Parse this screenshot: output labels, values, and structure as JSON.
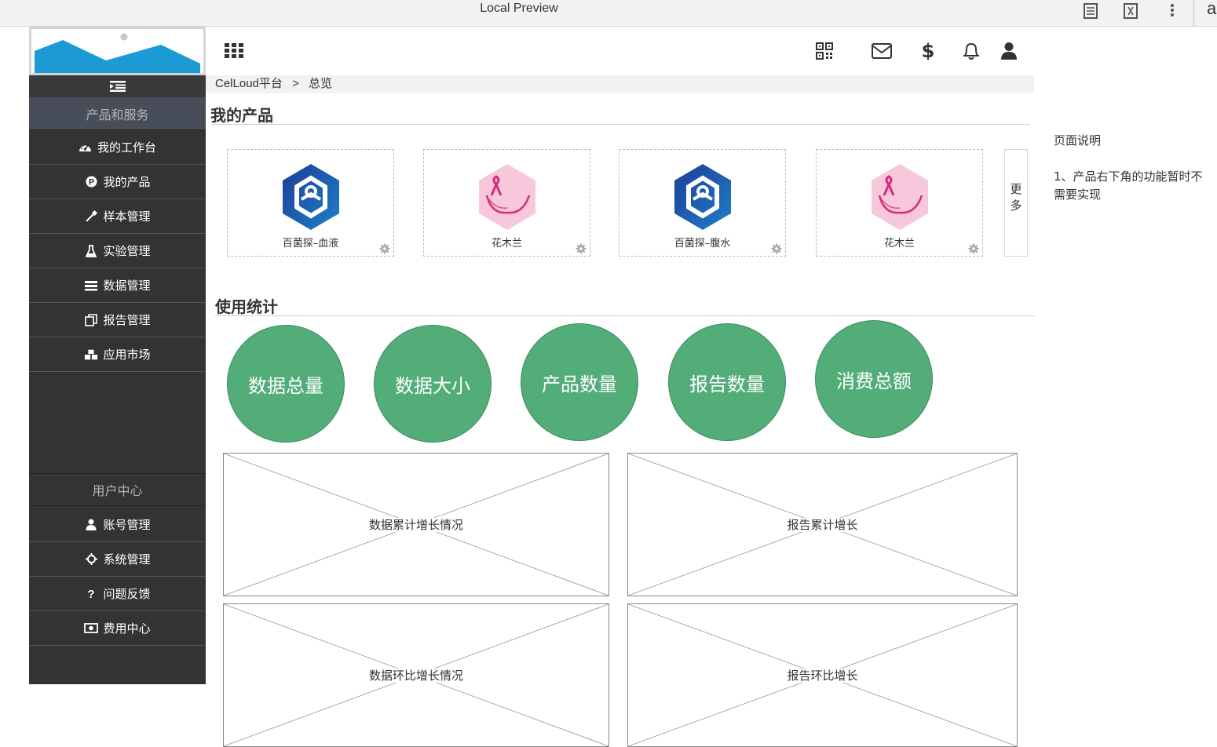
{
  "browser": {
    "title": "Local Preview",
    "overflow_letter": "a"
  },
  "breadcrumb": {
    "root": "CelLoud平台",
    "separator": ">",
    "current": "总览"
  },
  "sidebar": {
    "products_header": "产品和服务",
    "product_items": [
      {
        "label": "我的工作台",
        "icon": "dashboard-icon"
      },
      {
        "label": "我的产品",
        "icon": "product-p-icon"
      },
      {
        "label": "样本管理",
        "icon": "pipette-icon"
      },
      {
        "label": "实验管理",
        "icon": "flask-icon"
      },
      {
        "label": "数据管理",
        "icon": "list-icon"
      },
      {
        "label": "报告管理",
        "icon": "report-icon"
      },
      {
        "label": "应用市场",
        "icon": "cubes-icon"
      }
    ],
    "user_header": "用户中心",
    "user_items": [
      {
        "label": "账号管理",
        "icon": "user-icon"
      },
      {
        "label": "系统管理",
        "icon": "system-icon"
      },
      {
        "label": "问题反馈",
        "icon": "question-icon"
      },
      {
        "label": "费用中心",
        "icon": "money-icon"
      }
    ]
  },
  "my_products": {
    "title": "我的产品",
    "cards": [
      {
        "name": "百菌探–血液",
        "logo": "blue-hex"
      },
      {
        "name": "花木兰",
        "logo": "pink-hex"
      },
      {
        "name": "百菌探–腹水",
        "logo": "blue-hex"
      },
      {
        "name": "花木兰",
        "logo": "pink-hex"
      }
    ],
    "more_label": "更多"
  },
  "usage_stats": {
    "title": "使用统计",
    "circles": [
      "数据总量",
      "数据大小",
      "产品数量",
      "报告数量",
      "消费总额"
    ],
    "placeholders": [
      "数据累计增长情况",
      "报告累计增长",
      "数据环比增长情况",
      "报告环比增长"
    ]
  },
  "notes": {
    "title": "页面说明",
    "line1": "1、产品右下角的功能暂时不需要实现"
  },
  "colors": {
    "sidebar": "#333333",
    "stat_circle": "#52ad79",
    "product_header": "#474e5a"
  }
}
